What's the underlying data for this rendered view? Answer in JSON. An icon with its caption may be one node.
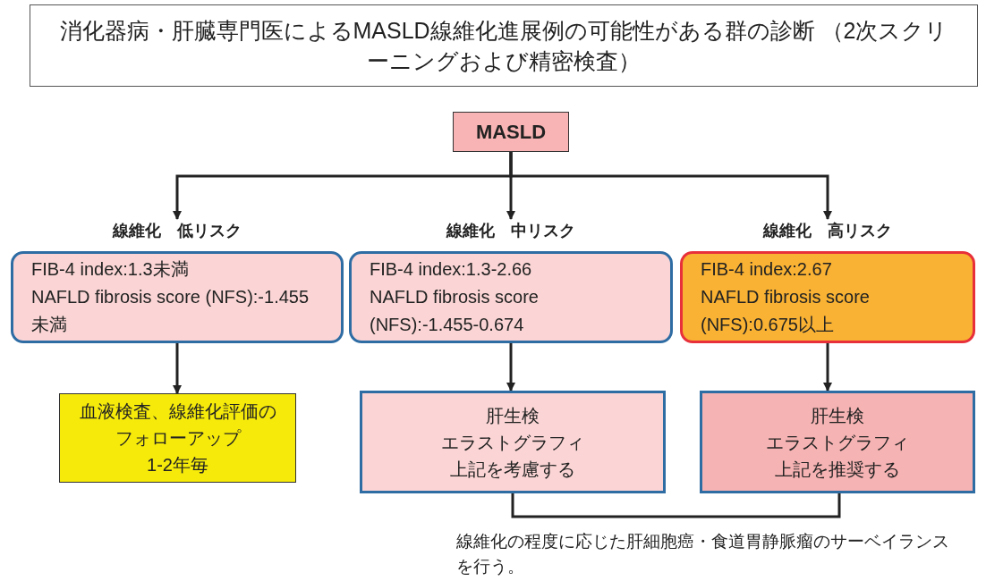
{
  "diagram": {
    "title": "消化器病・肝臓専門医によるMASLD線維化進展例の可能性がある群の診断 （2次スクリーニングおよび精密検査）",
    "nodes": [
      {
        "text": [
          "MASLD"
        ]
      },
      {
        "text": [
          "線維化　低リスク",
          "FIB-4 index:1.3未満",
          "NAFLD fibrosis score (NFS):-1.455未満"
        ]
      },
      {
        "text": [
          "線維化　中リスク",
          "FIB-4 index:1.3-2.66",
          "NAFLD fibrosis score (NFS):-1.455-0.674"
        ]
      },
      {
        "text": [
          "線維化　高リスク",
          "FIB-4 index:2.67",
          "NAFLD fibrosis score (NFS):0.675以上"
        ]
      },
      {
        "text": [
          "血液検査、線維化評価のフォローアップ",
          "1-2年毎"
        ]
      },
      {
        "text": [
          "肝生検",
          "エラストグラフィ",
          "上記を考慮する"
        ]
      },
      {
        "text": [
          "肝生検",
          "エラストグラフィ",
          "上記を推奨する"
        ]
      },
      {
        "text": [
          "線維化の程度に応じた肝細胞癌・食道胃静脈瘤のサーベイランスを行う。"
        ]
      }
    ],
    "edges": [
      {
        "from": 0,
        "to": 1,
        "arrow": "to"
      },
      {
        "from": 0,
        "to": 2,
        "arrow": "to"
      },
      {
        "from": 0,
        "to": 3,
        "arrow": "to"
      },
      {
        "from": 1,
        "to": 4,
        "arrow": "to"
      },
      {
        "from": 2,
        "to": 5,
        "arrow": "to"
      },
      {
        "from": 3,
        "to": 6,
        "arrow": "to"
      },
      {
        "from": 5,
        "to": 6,
        "arrow": "none"
      }
    ]
  }
}
